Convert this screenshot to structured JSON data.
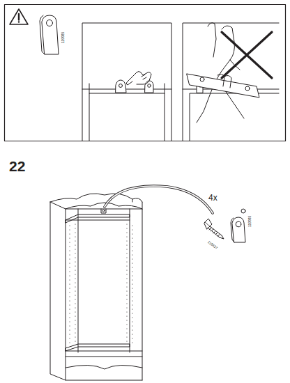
{
  "diagram": {
    "labels": [
      "119985",
      "22",
      "4x",
      "118437",
      "119985"
    ]
  }
}
